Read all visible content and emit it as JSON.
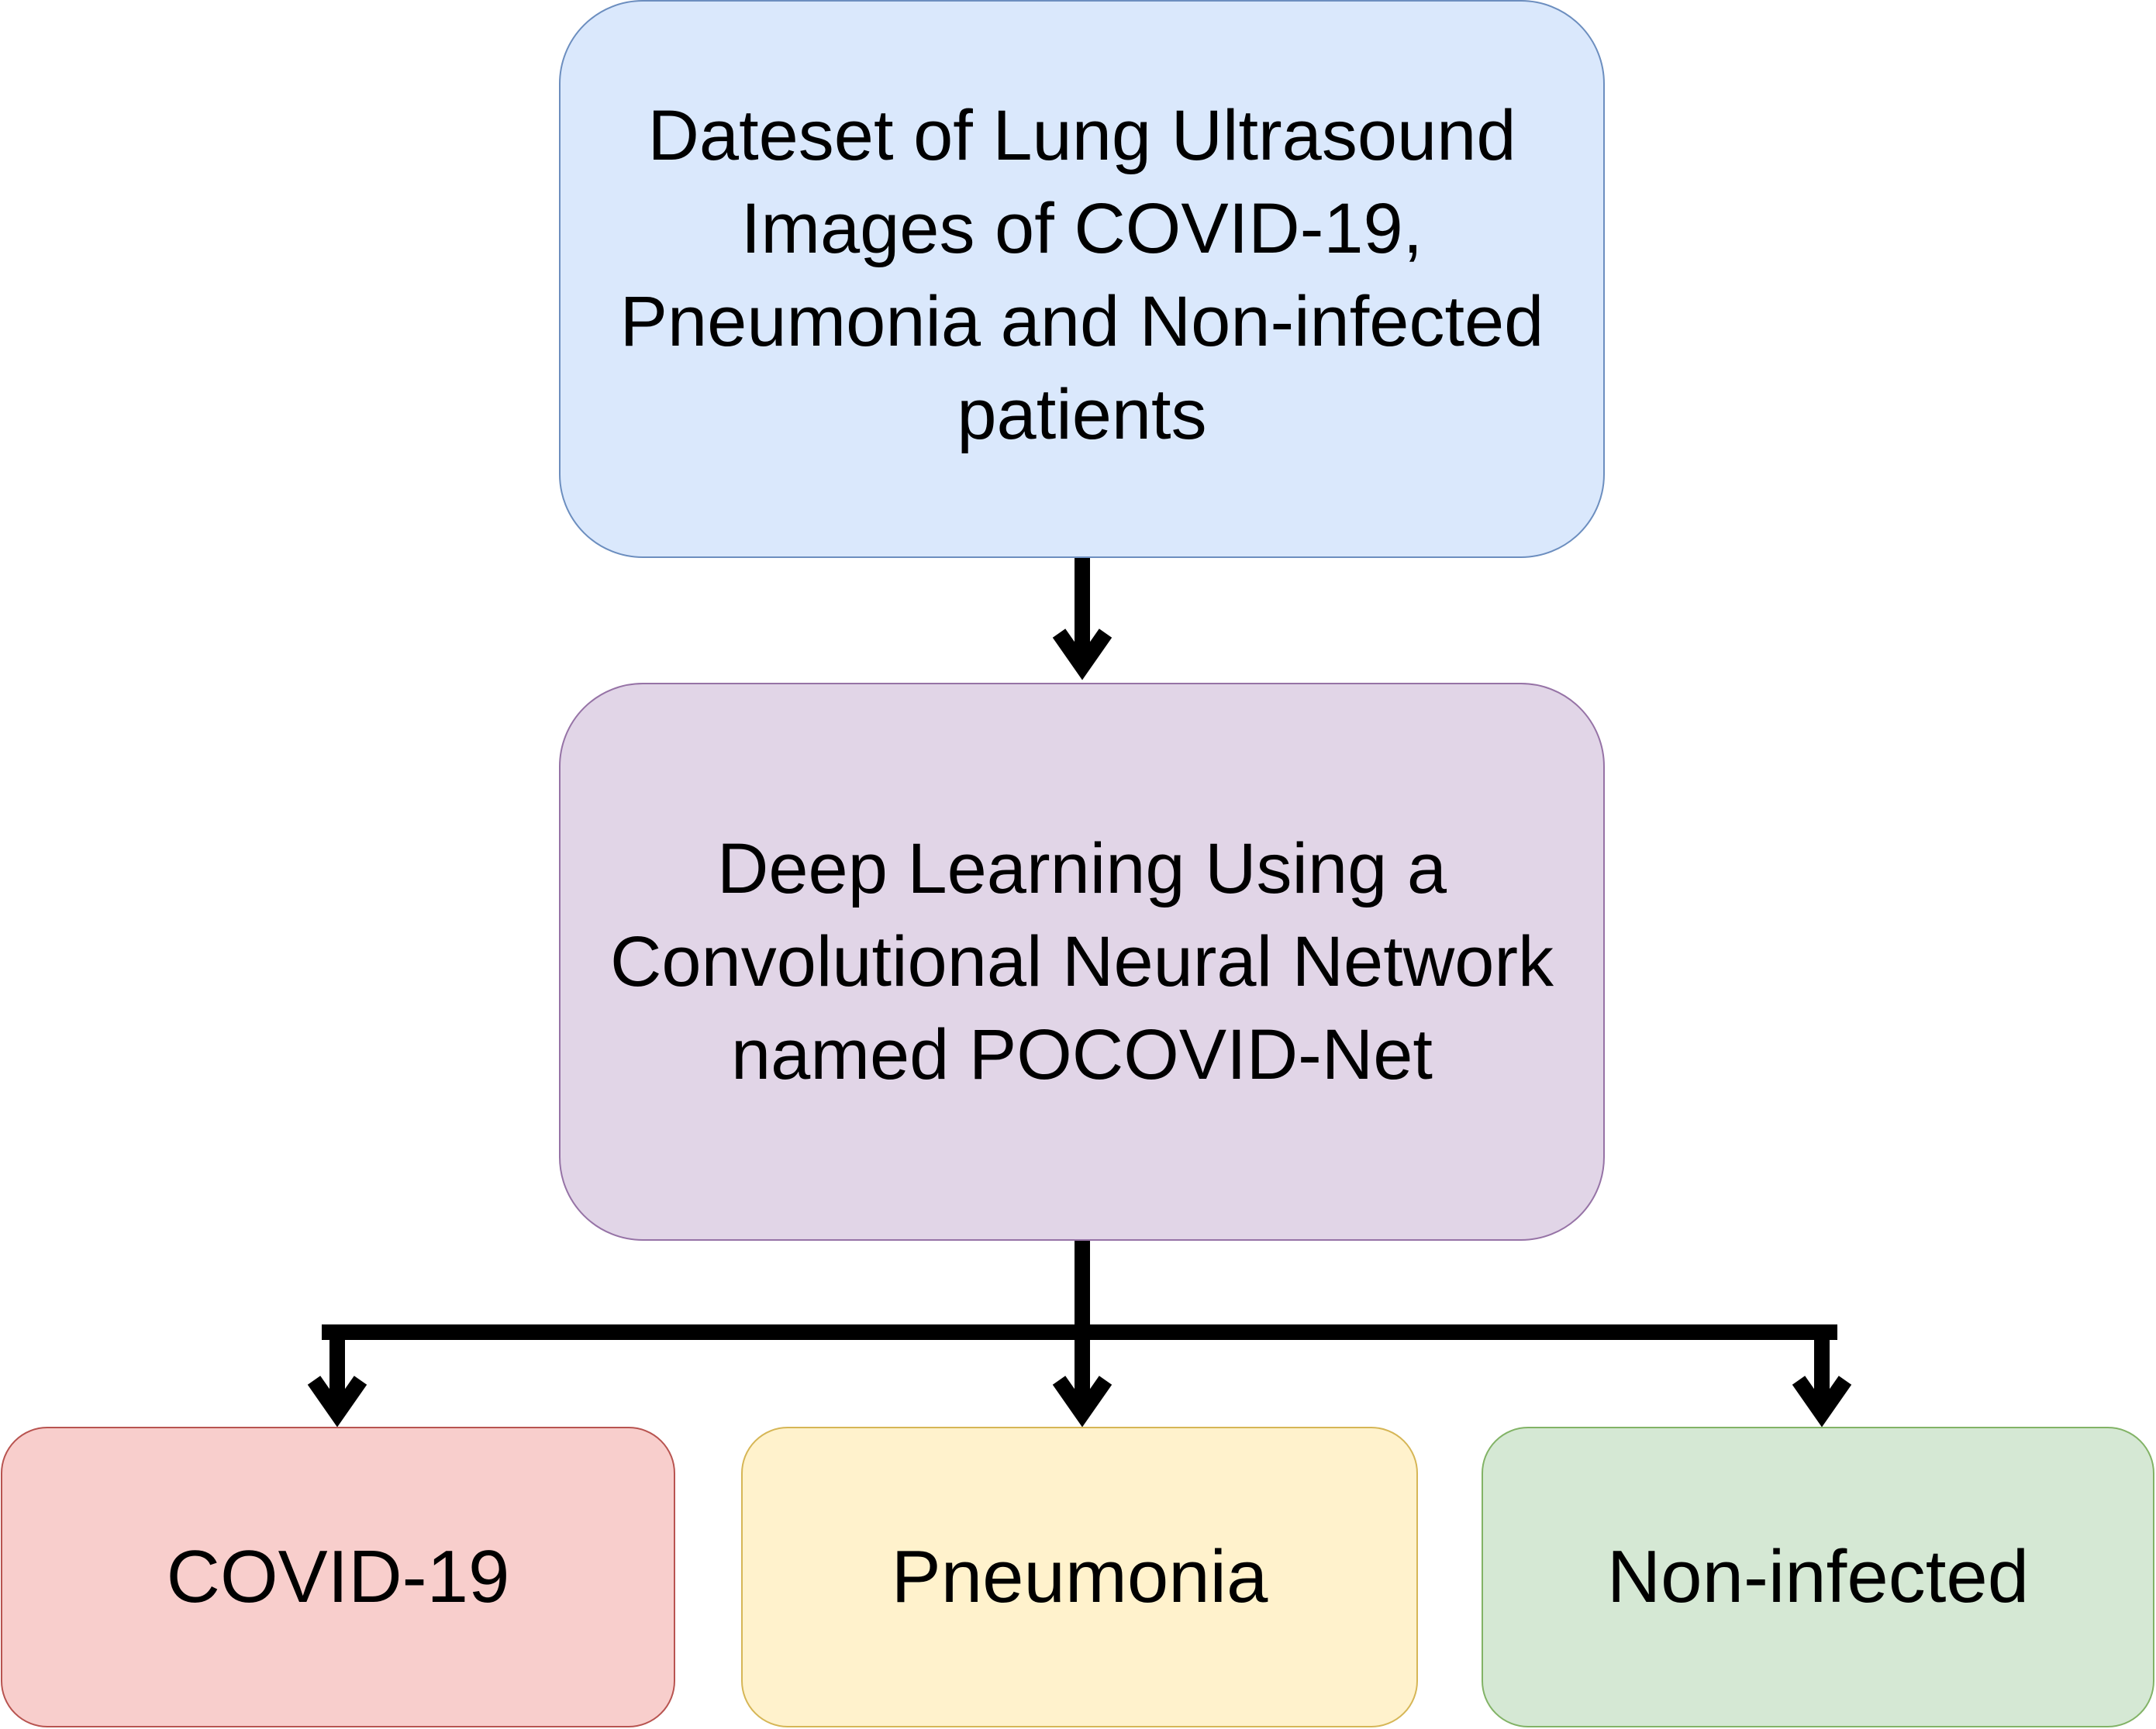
{
  "diagram": {
    "nodes": {
      "dataset": {
        "text": "Dateset of Lung Ultrasound\nImages of COVID-19,\nPneumonia and Non-infected\npatients",
        "fill": "#dae8fc",
        "stroke": "#6c8ebf"
      },
      "cnn": {
        "text": "Deep Learning Using a\nConvolutional Neural Network\nnamed POCOVID-Net",
        "fill": "#e1d5e7",
        "stroke": "#9673a6"
      },
      "covid": {
        "text": "COVID-19",
        "fill": "#f8cecc",
        "stroke": "#b85450"
      },
      "pneumonia": {
        "text": "Pneumonia",
        "fill": "#fff2cc",
        "stroke": "#d6b656"
      },
      "noninfected": {
        "text": "Non-infected",
        "fill": "#d5e8d4",
        "stroke": "#82b366"
      }
    },
    "edges": [
      {
        "from": "dataset",
        "to": "cnn"
      },
      {
        "from": "cnn",
        "to": "covid"
      },
      {
        "from": "cnn",
        "to": "pneumonia"
      },
      {
        "from": "cnn",
        "to": "noninfected"
      }
    ],
    "connector_color": "#000000"
  }
}
